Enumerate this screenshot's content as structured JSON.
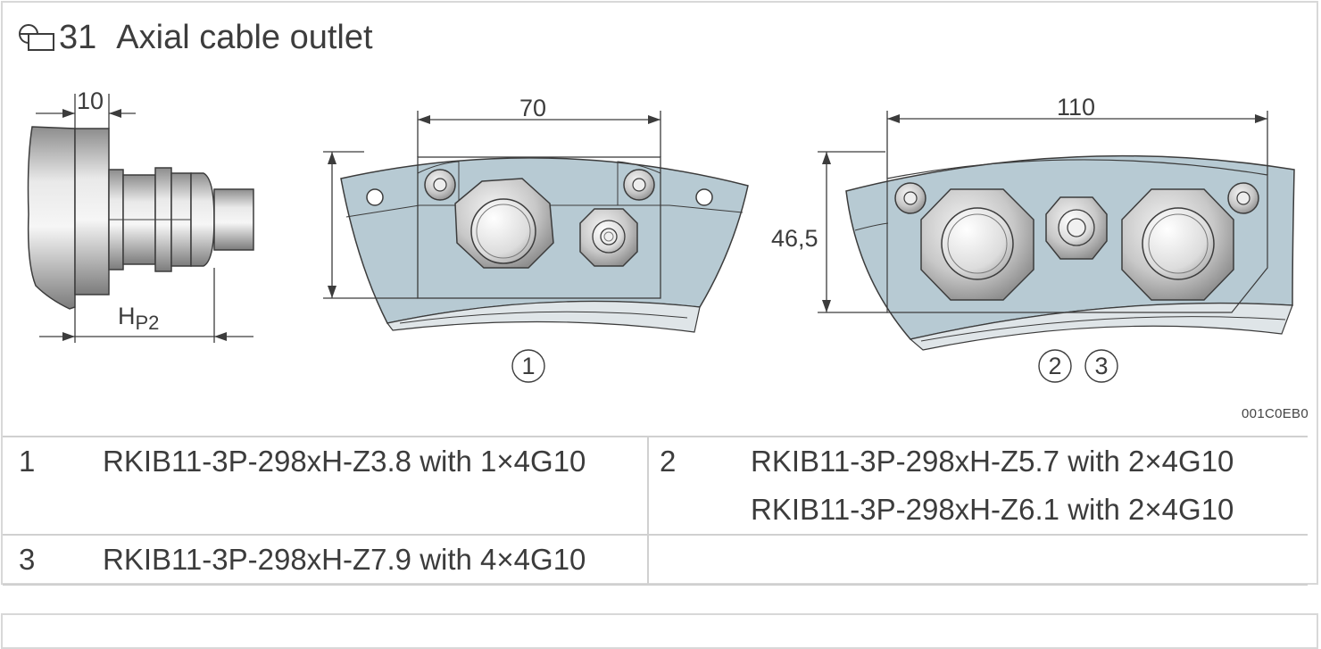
{
  "figure": {
    "number": "31",
    "title": "Axial cable outlet",
    "code": "001C0EB0"
  },
  "dimensions": {
    "side_width": "10",
    "side_height_label": "H",
    "side_height_sub": "P2",
    "single_width": "70",
    "double_width": "110",
    "height": "46,5"
  },
  "callouts": {
    "single": "1",
    "double_a": "2",
    "double_b": "3"
  },
  "legend": [
    {
      "num": "1",
      "text": "RKIB11-3P-298xH-Z3.8 with 1×4G10",
      "num2": "2",
      "text2": [
        "RKIB11-3P-298xH-Z5.7 with 2×4G10",
        "RKIB11-3P-298xH-Z6.1 with 2×4G10"
      ]
    },
    {
      "num": "3",
      "text": "RKIB11-3P-298xH-Z7.9 with 4×4G10"
    }
  ],
  "colors": {
    "housing": "#b7cad3",
    "metal": "#c8c8c8",
    "line": "#3c3c3c"
  }
}
